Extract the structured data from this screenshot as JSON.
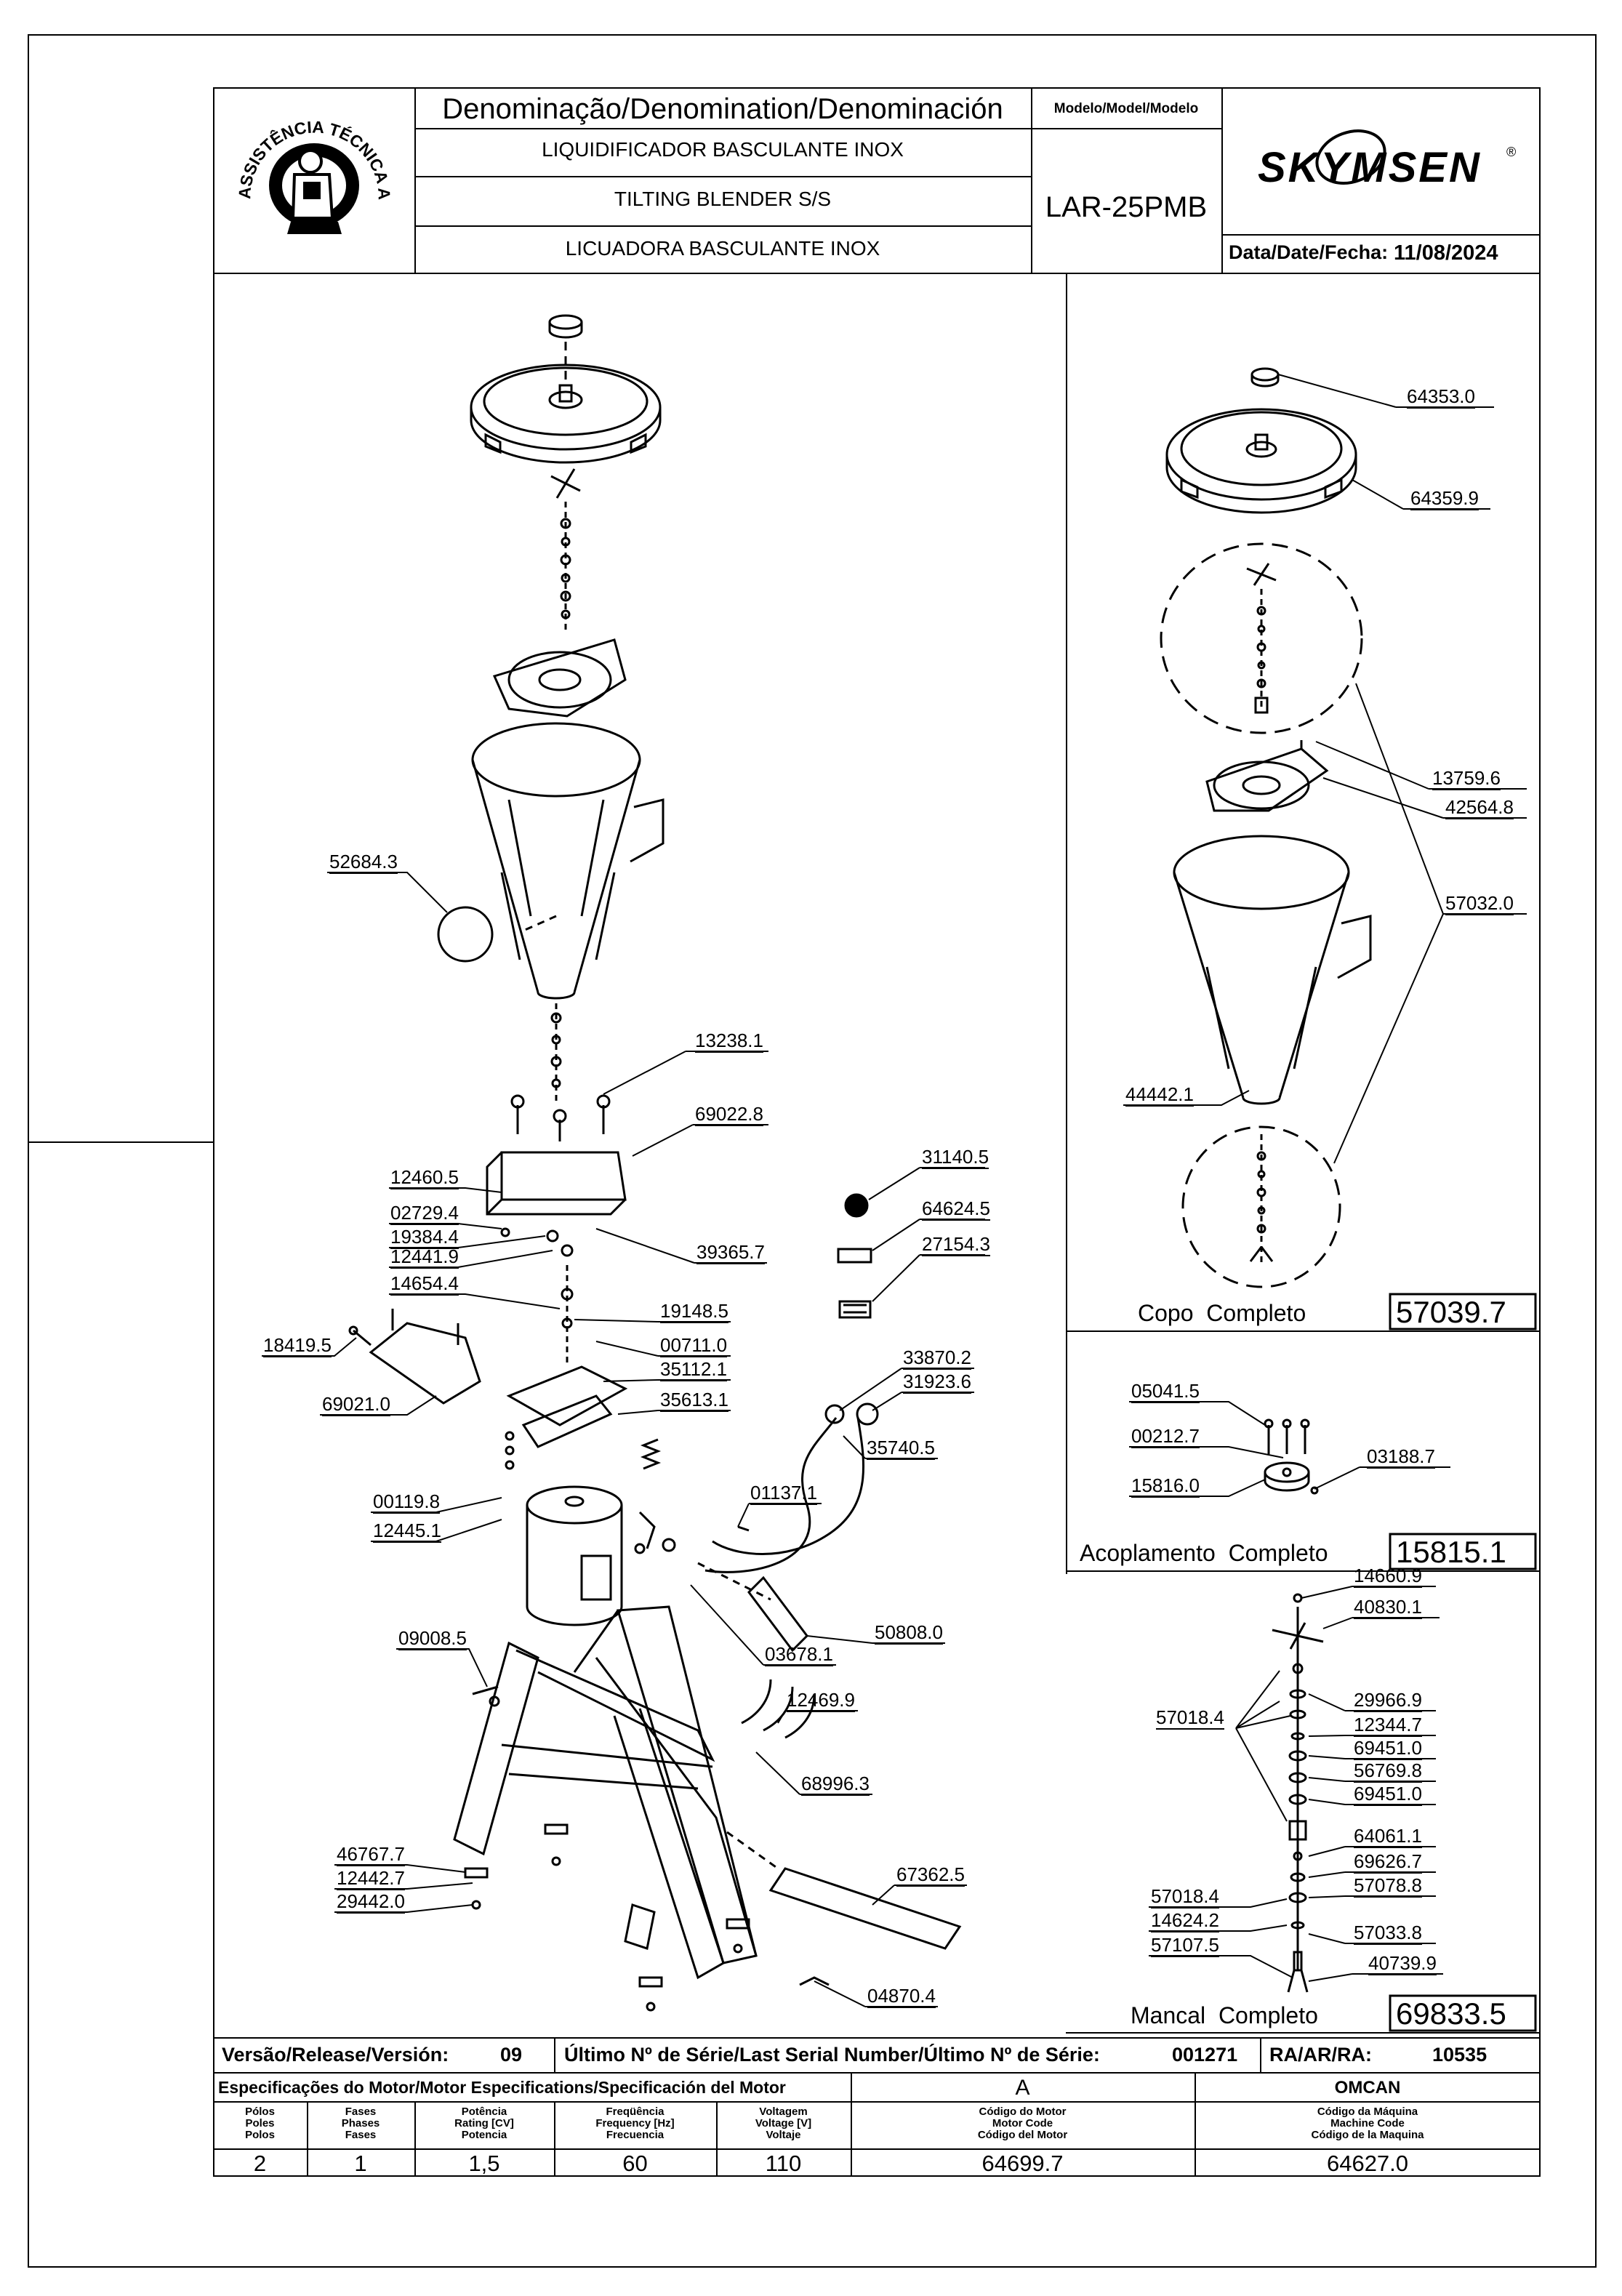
{
  "header": {
    "denomination_title": "Denominação/Denomination/Denominación",
    "name_pt": "LIQUIDIFICADOR BASCULANTE INOX",
    "name_en": "TILTING BLENDER S/S",
    "name_es": "LICUADORA BASCULANTE INOX",
    "model_title": "Modelo/Model/Modelo",
    "model_value": "LAR-25PMB",
    "brand": "SKYMSEN",
    "brand_mark": "®",
    "date_label": "Data/Date/Fecha:",
    "date_value": "11/08/2024",
    "stamp_text": "ASSISTÊNCIA TÉCNICA AUTORIZADA"
  },
  "parts_main": [
    "52684.3",
    "13238.1",
    "69022.8",
    "12460.5",
    "02729.4",
    "19384.4",
    "12441.9",
    "39365.7",
    "14654.4",
    "19148.5",
    "00711.0",
    "35112.1",
    "35613.1",
    "18419.5",
    "69021.0",
    "31140.5",
    "64624.5",
    "27154.3",
    "33870.2",
    "31923.6",
    "35740.5",
    "01137.1",
    "00119.8",
    "12445.1",
    "09008.5",
    "03678.1",
    "50808.0",
    "12469.9",
    "68996.3",
    "46767.7",
    "12442.7",
    "29442.0",
    "67362.5",
    "04870.4"
  ],
  "copo": {
    "labels": [
      "64353.0",
      "64359.9",
      "13759.6",
      "42564.8",
      "57032.0",
      "44442.1"
    ],
    "caption": "Copo  Completo",
    "code": "57039.7"
  },
  "acoplamento": {
    "labels": [
      "05041.5",
      "00212.7",
      "03188.7",
      "15816.0"
    ],
    "caption": "Acoplamento  Completo",
    "code": "15815.1"
  },
  "mancal": {
    "labels": [
      "14660.9",
      "40830.1",
      "57018.4",
      "29966.9",
      "12344.7",
      "69451.0",
      "56769.8",
      "69451.0",
      "64061.1",
      "69626.7",
      "57078.8",
      "57018.4",
      "14624.2",
      "57033.8",
      "57107.5",
      "40739.9"
    ],
    "caption": "Mancal  Completo",
    "code": "69833.5"
  },
  "release_bar": {
    "version_label": "Versão/Release/Versión:",
    "version_value": "09",
    "serial_label": "Último Nº de Série/Last Serial Number/Último Nº de Série:",
    "serial_value": "001271",
    "ra_label": "RA/AR/RA:",
    "ra_value": "10535"
  },
  "motor_table": {
    "title": "Especificações do Motor/Motor Especifications/Specificación del Motor",
    "col_a": "A",
    "col_omcan": "OMCAN",
    "headers": [
      [
        "Pólos",
        "Poles",
        "Polos"
      ],
      [
        "Fases",
        "Phases",
        "Fases"
      ],
      [
        "Potência",
        "Rating [CV]",
        "Potencia"
      ],
      [
        "Freqüência",
        "Frequency [Hz]",
        "Frecuencia"
      ],
      [
        "Voltagem",
        "Voltage [V]",
        "Voltaje"
      ],
      [
        "Código do Motor",
        "Motor Code",
        "Código del Motor"
      ],
      [
        "Código da Máquina",
        "Machine Code",
        "Código de la Maquina"
      ]
    ],
    "values": [
      "2",
      "1",
      "1,5",
      "60",
      "110",
      "64699.7",
      "64627.0"
    ]
  }
}
